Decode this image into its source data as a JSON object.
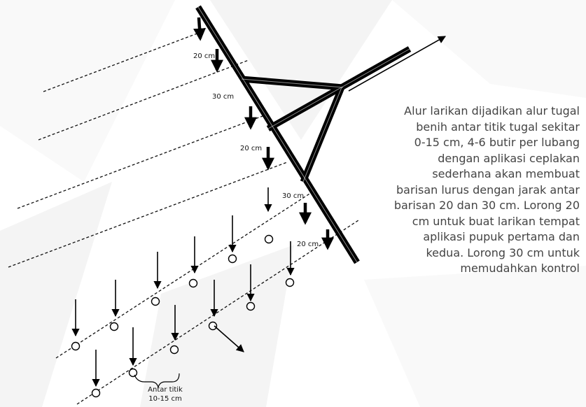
{
  "spacing_labels": [
    "20 cm",
    "30 cm",
    "20 cm",
    "30 cm",
    "20 cm"
  ],
  "bottom_label": [
    "Antar titik",
    "10-15 cm"
  ],
  "description_lines": [
    "Alur larikan dijadikan alur tugal",
    "benih antar titik tugal sekitar",
    "0-15 cm,  4-6 butir per lubang",
    "dengan aplikasi ceplakan",
    "sederhana akan membuat",
    "barisan lurus dengan  jarak antar",
    "barisan 20 dan 30 cm. Lorong 20",
    "cm untuk buat larikan tempat",
    "aplikasi pupuk  pertama dan",
    "kedua. Lorong 30 cm untuk",
    "memudahkan kontrol"
  ],
  "colors": {
    "background": "#ffffff",
    "lines": "#000000",
    "description_text": "#444444"
  }
}
